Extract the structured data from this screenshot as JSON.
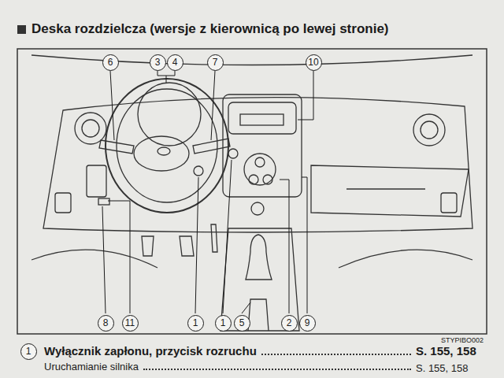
{
  "diagram": {
    "title": "Deska rozdzielcza (wersje z kierownicą po lewej stronie)",
    "nodes": [
      {
        "text": [
          "6"
        ]
      },
      {
        "text": [
          "3"
        ]
      },
      {
        "text": [
          "4"
        ]
      },
      {
        "text": [
          "7"
        ]
      },
      {
        "text": [
          "10"
        ]
      },
      {
        "text": [
          "8"
        ]
      },
      {
        "text": [
          "11"
        ]
      },
      {
        "text": [
          "1"
        ]
      },
      {
        "text": [
          "1"
        ]
      },
      {
        "text": [
          "5"
        ]
      },
      {
        "text": [
          "2"
        ]
      },
      {
        "text": [
          "9"
        ]
      },
      {
        "text": [
          "1"
        ]
      }
    ],
    "labels": [
      "STYPIBO002",
      "Wyłącznik zapłonu, przycisk rozruchu",
      "S. 155, 158",
      "Uruchamianie silnika",
      "S. 155, 158"
    ]
  }
}
